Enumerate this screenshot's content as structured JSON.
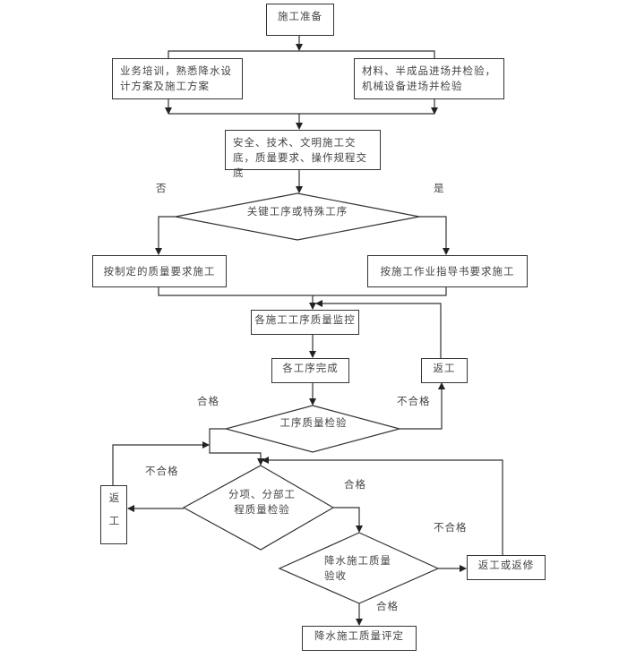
{
  "diagram": {
    "colors": {
      "line": "#333333",
      "text": "#444444",
      "background": "#ffffff"
    },
    "nodes": {
      "start": "施工准备",
      "training": "业务培训，熟悉降水设计方案及施工方案",
      "materials": "材料、半成品进场并检验，机械设备进场并检验",
      "briefing": "安全、技术、文明施工交底，质量要求、操作规程交底",
      "key_process": "关键工序或特殊工序",
      "normal_construction": "按制定的质量要求施工",
      "guided_construction": "按施工作业指导书要求施工",
      "monitoring": "各施工工序质量监控",
      "process_complete": "各工序完成",
      "rework_1": "返工",
      "process_inspection": "工序质量检验",
      "rework_2": "返工",
      "sub_inspection": "分项、分部工程质量检验",
      "acceptance": "降水施工质量验收",
      "rework_repair": "返工或返修",
      "evaluation": "降水施工质量评定"
    },
    "labels": {
      "no": "否",
      "yes": "是",
      "pass_1": "合格",
      "fail_1": "不合格",
      "fail_2": "不合格",
      "pass_2": "合格",
      "fail_3": "不合格",
      "pass_3": "合格"
    }
  }
}
